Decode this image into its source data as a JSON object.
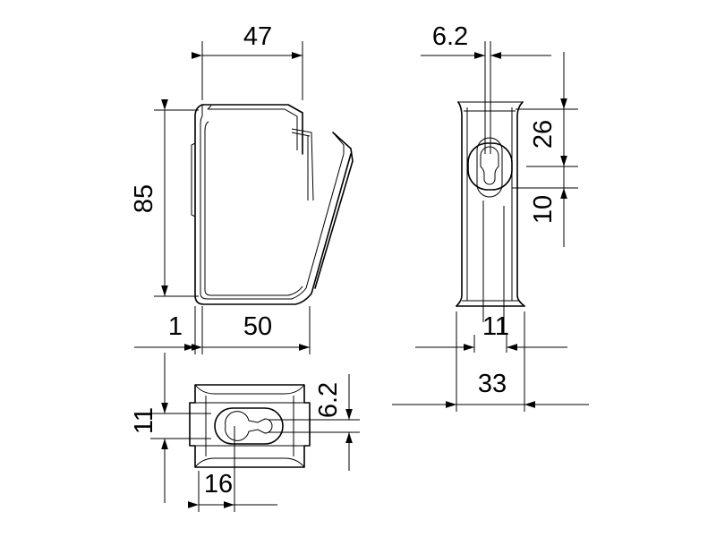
{
  "views": {
    "side": {
      "dims": {
        "top_width": "47",
        "height": "85",
        "offset": "1",
        "bottom_width": "50"
      }
    },
    "front": {
      "dims": {
        "slot_width": "6.2",
        "upper_height": "26",
        "lower_height": "10",
        "inner_width": "11",
        "outer_width": "33"
      }
    },
    "bottom": {
      "dims": {
        "height": "11",
        "slot_width": "6.2",
        "offset": "16"
      }
    }
  }
}
